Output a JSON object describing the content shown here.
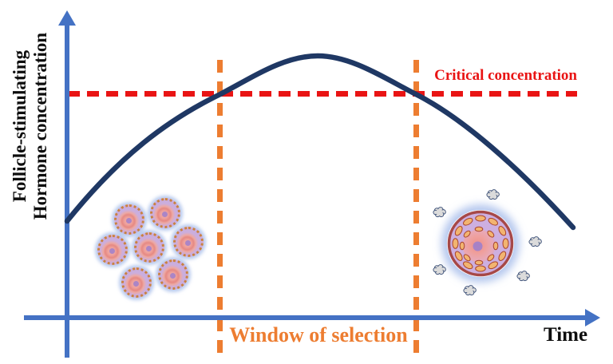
{
  "figure": {
    "y_axis_label": {
      "line1": "Follicle-stimulating",
      "line2": "Hormone concentration"
    },
    "x_axis_label": "Time",
    "annotations": {
      "critical_line_label": "Critical concentration",
      "window_label": "Window of selection"
    },
    "colors": {
      "axis_blue": "#4472C4",
      "curve_navy": "#1F3864",
      "critical_red": "#E91414",
      "window_orange": "#ED7D31",
      "text_black": "#0d0d0d"
    },
    "illustrations": {
      "small_follicles_count": 7,
      "large_follicle_count": 1,
      "cumulus_cell_clusters_count": 6
    },
    "curve_description": "Bell-shaped FSH concentration curve; it rises above the red dashed critical-concentration line exactly between the two orange dashed lines that bound the window of selection"
  }
}
